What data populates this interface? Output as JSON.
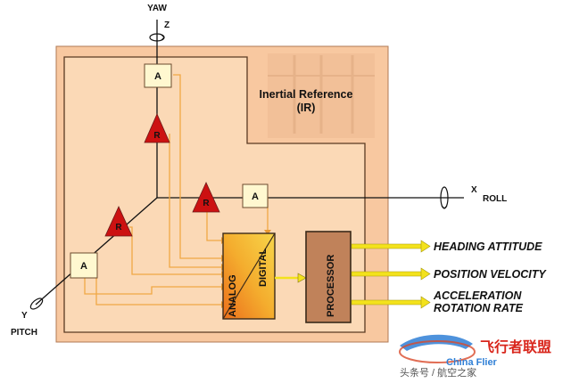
{
  "axes": {
    "yaw": "YAW",
    "roll": "ROLL",
    "pitch": "PITCH",
    "z": "Z",
    "x": "X",
    "y": "Y"
  },
  "module": {
    "title_line1": "Inertial Reference",
    "title_line2": "(IR)"
  },
  "accelerometer_label": "A",
  "rate_gyro_label": "R",
  "converter": {
    "analog": "ANALOG",
    "digital": "DIGITAL"
  },
  "processor": "PROCESSOR",
  "outputs": [
    "HEADING ATTITUDE",
    "POSITION VELOCITY",
    "ACCELERATION",
    "ROTATION RATE"
  ],
  "watermark": {
    "logo": "飞行者联盟",
    "line2": "China Flier",
    "source": "头条号 / 航空之家"
  },
  "colors": {
    "frame_outer": "#f8c8a0",
    "frame_inner": "#fbd9b6",
    "frame_border": "#7a4d2c",
    "signal_line": "#f0a845",
    "gyro_red": "#cc1111",
    "box_fill": "#fff8d0",
    "processor_fill": "#c0825a",
    "output_arrow": "#f3e21c",
    "converter_digital": "#f5c83a",
    "converter_analog": "#ef7d1f"
  }
}
